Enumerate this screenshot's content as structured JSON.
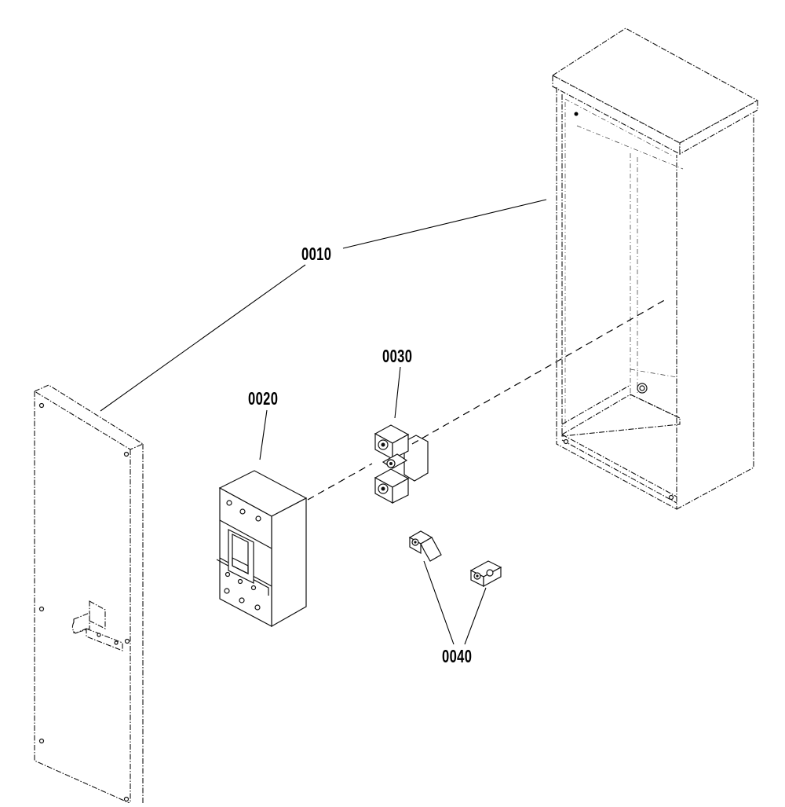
{
  "diagram": {
    "callouts": [
      {
        "id": "enclosure",
        "label": "0010"
      },
      {
        "id": "breaker",
        "label": "0020"
      },
      {
        "id": "lug-block",
        "label": "0030"
      },
      {
        "id": "lugs",
        "label": "0040"
      }
    ],
    "parts": [
      "enclosure-box",
      "front-cover-panel",
      "circuit-breaker",
      "terminal-lug-block",
      "terminal-lug-left",
      "terminal-lug-right"
    ]
  }
}
